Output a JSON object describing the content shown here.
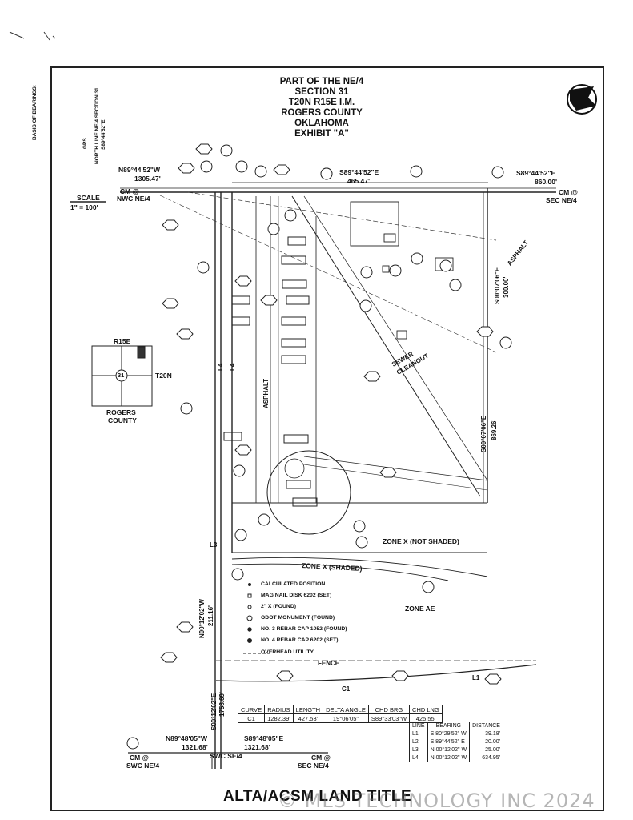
{
  "header": {
    "line1": "PART OF THE NE/4",
    "line2": "SECTION 31",
    "line3": "T20N R15E I.M.",
    "line4": "ROGERS COUNTY",
    "line5": "OKLAHOMA",
    "line6": "EXHIBIT \"A\""
  },
  "basis": {
    "line1": "BASIS OF BEARINGS:",
    "line2": "GPS",
    "line3": "NORTH LINE NE/4 SECTION 31",
    "line4": "S89°44'52\"E"
  },
  "scale": {
    "label": "SCALE",
    "value": "1\" = 100'"
  },
  "boundary_labels": {
    "top_left_bearing": "N89°44'52\"W",
    "top_left_dist": "1305.47'",
    "top_mid_bearing": "S89°44'52\"E",
    "top_mid_dist": "465.47'",
    "top_right_bearing": "S89°44'52\"E",
    "top_right_dist": "860.00'",
    "cm_nwc_1": "CM @",
    "cm_nwc_2": "NWC NE/4",
    "cm_sec_1": "CM @",
    "cm_sec_2": "SEC NE/4",
    "right_upper": "S00°07'06\"E",
    "right_upper_dist": "300.00'",
    "right_lower": "S00°07'06\"E",
    "right_lower_dist": "869.26'",
    "left_lower": "N00°12'02\"W",
    "left_lower_dist": "211.16'",
    "left_bottom": "S00°12'02\"E",
    "left_bottom_dist": "1758.69'",
    "asphalt_1": "ASPHALT",
    "asphalt_2": "ASPHALT",
    "sewer": "SEWER",
    "cleanout": "CLEANOUT",
    "zone_x_ns": "ZONE X (NOT SHADED)",
    "zone_x_s": "ZONE X (SHADED)",
    "zone_ae": "ZONE AE",
    "fence": "FENCE",
    "c1": "C1",
    "l1": "L1",
    "l3": "L3",
    "l4a": "L4",
    "l4b": "L4"
  },
  "vicinity": {
    "range": "R15E",
    "township": "T20N",
    "section": "31",
    "county1": "ROGERS",
    "county2": "COUNTY"
  },
  "legend": {
    "item1": "CALCULATED POSITION",
    "item2": "MAG NAIL DISK 6202 (SET)",
    "item3": "2\" X (FOUND)",
    "item4": "ODOT MONUMENT (FOUND)",
    "item5": "NO. 3 REBAR CAP 1052 (FOUND)",
    "item6": "NO. 4 REBAR CAP 6202 (SET)",
    "item7": "OVERHEAD UTILITY"
  },
  "curve_table": {
    "headers": [
      "CURVE",
      "RADIUS",
      "LENGTH",
      "DELTA ANGLE",
      "CHD BRG",
      "CHD LNG"
    ],
    "rows": [
      [
        "C1",
        "1282.39'",
        "427.53'",
        "19°06'05\"",
        "S89°33'03\"W",
        "425.55'"
      ]
    ]
  },
  "line_table": {
    "headers": [
      "LINE",
      "BEARING",
      "DISTANCE"
    ],
    "rows": [
      [
        "L1",
        "S 80°29'52\" W",
        "39.18'"
      ],
      [
        "L2",
        "S 89°44'52\" E",
        "20.00'"
      ],
      [
        "L3",
        "N 00°12'02\" W",
        "25.00'"
      ],
      [
        "L4",
        "N 00°12'02\" W",
        "634.95'"
      ]
    ]
  },
  "bottom": {
    "bearing_left": "N89°48'05\"W",
    "dist_left": "1321.68'",
    "bearing_right": "S89°48'05\"E",
    "dist_right": "1321.68'",
    "cm_swc_1": "CM @",
    "cm_swc_2": "SWC NE/4",
    "swc_se": "SWC SE/4",
    "cm_sec_1": "CM @",
    "cm_sec_2": "SEC NE/4"
  },
  "footer": {
    "title": "ALTA/ACSM LAND TITLE",
    "watermark": "© MLS TECHNOLOGY INC 2024"
  }
}
